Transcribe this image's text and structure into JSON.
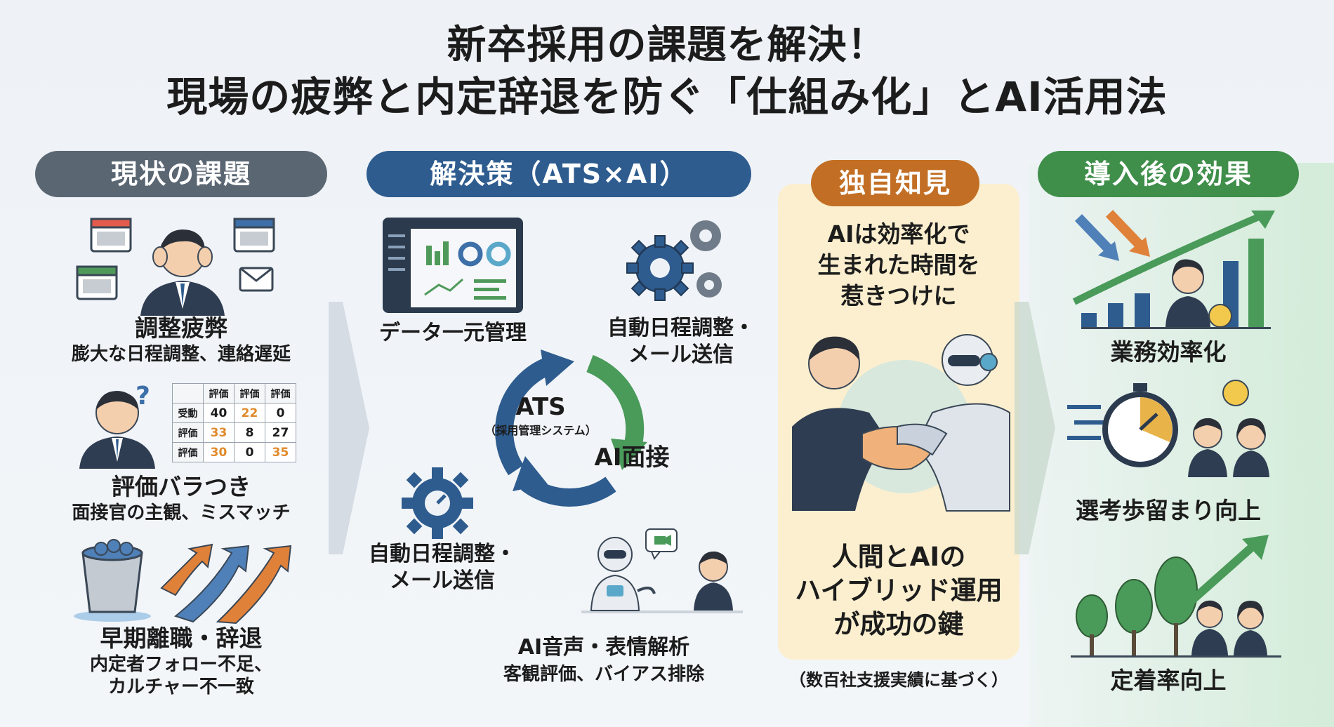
{
  "title": {
    "line1": "新卒採用の課題を解決！",
    "line2": "現場の疲弊と内定辞退を防ぐ「仕組み化」とAI活用法"
  },
  "colors": {
    "challenges": "#5b6673",
    "solution": "#2e5c8f",
    "insight": "#c26f25",
    "effects": "#3f8e4a"
  },
  "challenges": {
    "header": "現状の課題",
    "items": [
      {
        "title": "調整疲弊",
        "desc": [
          "膨大な日程調整、連絡遅延"
        ],
        "icon": "stressed-person-calendar-icon"
      },
      {
        "title": "評価バラつき",
        "desc": [
          "面接官の主観、ミスマッチ"
        ],
        "icon": "confused-person-icon"
      },
      {
        "title": "早期離職・辞退",
        "desc": [
          "内定者フォロー不足、",
          "カルチャー不一致"
        ],
        "icon": "leaking-bucket-icon"
      }
    ],
    "eval_table": {
      "headers": [
        "評価",
        "評価",
        "評価"
      ],
      "rows": [
        {
          "label": "受動",
          "values": [
            "40",
            "22",
            "0"
          ]
        },
        {
          "label": "評価",
          "values": [
            "33",
            "8",
            "27"
          ]
        },
        {
          "label": "評価",
          "values": [
            "30",
            "0",
            "35"
          ]
        }
      ]
    }
  },
  "solution": {
    "header": "解決策（ATS×AI）",
    "cycle_center": "ATS",
    "cycle_center_sub": "（採用管理システム）",
    "cycle_label_right": "AI面接",
    "items": [
      {
        "title": [
          "データ一元管理"
        ],
        "icon": "dashboard-icon"
      },
      {
        "title": [
          "自動日程調整・",
          "メール送信"
        ],
        "icon": "gears-icon"
      },
      {
        "title": [
          "自動日程調整・",
          "メール送信"
        ],
        "icon": "gear-icon"
      },
      {
        "title": [
          "AI音声・表情解析"
        ],
        "sub": "客観評価、バイアス排除",
        "icon": "robot-interview-icon"
      }
    ]
  },
  "insight": {
    "header": "独自知見",
    "top": [
      "AIは効率化で",
      "生まれた時間を",
      "惹きつけに"
    ],
    "bottom": [
      "人間とAIの",
      "ハイブリッド運用",
      "が成功の鍵"
    ],
    "note": "（数百社支援実績に基づく）",
    "icon": "human-robot-handshake-icon"
  },
  "effects": {
    "header": "導入後の効果",
    "items": [
      {
        "title": "業務効率化",
        "icon": "growth-chart-icon"
      },
      {
        "title": "選考歩留まり向上",
        "icon": "stopwatch-icon"
      },
      {
        "title": "定着率向上",
        "icon": "trees-growth-icon"
      }
    ]
  }
}
